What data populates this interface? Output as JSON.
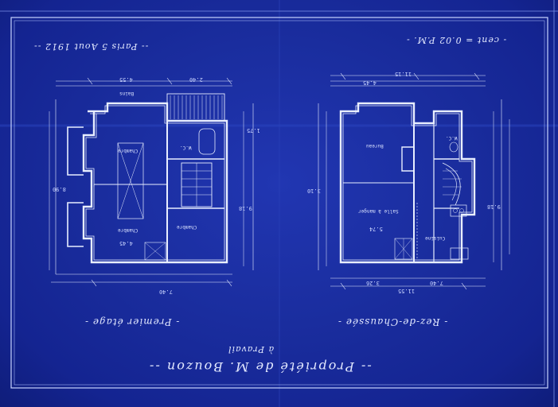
{
  "sheet": {
    "title": "-- Propriété de M. Bouzon --",
    "subtitle": "à Pravail",
    "date_note": "-- Paris 5 Aout 1912 --",
    "scale_note": "- cent = 0.02 P.M. -"
  },
  "plans": {
    "left": {
      "caption": "- Premier étage -",
      "rooms": [
        "Chambre",
        "Chambre",
        "Chambre",
        "W.C.",
        "Bains"
      ],
      "dims": [
        "4.55",
        "2.40",
        "8.90",
        "9.18",
        "4.45",
        "7.40",
        "1.75"
      ]
    },
    "right": {
      "caption": "- Rez-de-Chaussée -",
      "rooms": [
        "Bureau",
        "Salle à manger",
        "Cuisine",
        "W.C."
      ],
      "dims": [
        "11.15",
        "4.45",
        "5.74",
        "3.26",
        "11.55",
        "9.18",
        "3.10",
        "7.40"
      ]
    }
  },
  "colors": {
    "paper": "#1a2d9e",
    "line": "#e8eeff"
  }
}
